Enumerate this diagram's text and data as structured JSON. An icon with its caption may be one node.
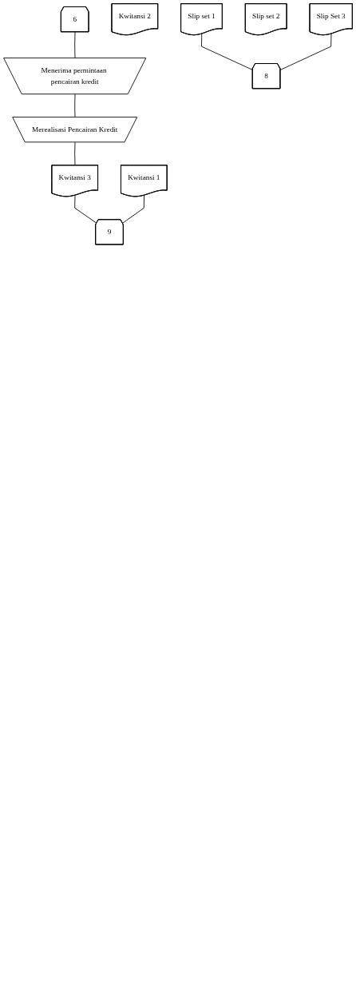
{
  "diagram": {
    "nodes": [
      {
        "text": [
          "6"
        ]
      },
      {
        "text": [
          "Menerima permintaan pencairan kredit"
        ]
      },
      {
        "text": [
          "Merealisasi Pencairan Kredit"
        ]
      },
      {
        "text": [
          "Kwitansi 3"
        ]
      },
      {
        "text": [
          "Kwitansi 2"
        ]
      },
      {
        "text": [
          "Kwitansi 1"
        ]
      },
      {
        "text": [
          "Slip set 1"
        ]
      },
      {
        "text": [
          "Slip set 2"
        ]
      },
      {
        "text": [
          "Slip Set 3"
        ]
      },
      {
        "text": [
          "9"
        ]
      },
      {
        "text": [
          "8"
        ]
      }
    ],
    "edges": [
      {
        "from": 0,
        "to": 1,
        "arrow": "none"
      },
      {
        "from": 1,
        "to": 2,
        "arrow": "none"
      },
      {
        "from": 2,
        "to": 3,
        "arrow": "none"
      },
      {
        "from": 3,
        "to": 9,
        "arrow": "none"
      },
      {
        "from": 5,
        "to": 9,
        "arrow": "none"
      },
      {
        "from": 6,
        "to": 10,
        "arrow": "none"
      },
      {
        "from": 8,
        "to": 10,
        "arrow": "none"
      }
    ]
  }
}
